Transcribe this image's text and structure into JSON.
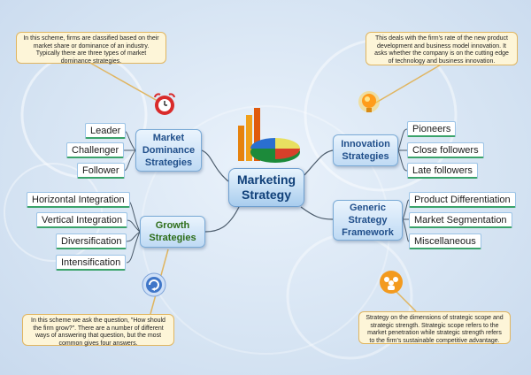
{
  "center": {
    "label_line1": "Marketing",
    "label_line2": "Strategy"
  },
  "branches": {
    "market_dominance": {
      "line1": "Market",
      "line2": "Dominance",
      "line3": "Strategies",
      "items": [
        "Leader",
        "Challenger",
        "Follower"
      ]
    },
    "innovation": {
      "line1": "Innovation",
      "line2": "Strategies",
      "items": [
        "Pioneers",
        "Close followers",
        "Late followers"
      ]
    },
    "growth": {
      "line1": "Growth",
      "line2": "Strategies",
      "items": [
        "Horizontal Integration",
        "Vertical Integration",
        "Diversification",
        "Intensification"
      ]
    },
    "generic": {
      "line1": "Generic",
      "line2": "Strategy",
      "line3": "Framework",
      "items": [
        "Product Differentiation",
        "Market Segmentation",
        "Miscellaneous"
      ]
    }
  },
  "notes": {
    "market_dominance": "In this scheme, firms are classified based on their market share or dominance of an industry. Typically there are three types of market dominance strategies.",
    "innovation": "This deals with the firm's rate of the new product development and business model innovation. It asks whether the company is on the cutting edge of technology and business innovation.",
    "growth": "In this scheme we ask the question, \"How should the firm grow?\". There are a number of different ways of answering that question, but the most common gives four answers.",
    "generic": "Strategy on the dimensions of strategic scope and strategic strength. Strategic scope refers to the market penetration while strategic strength refers to the firm's sustainable competitive advantage."
  },
  "icons": [
    "alarm-clock-icon",
    "bulb-icon",
    "refresh-icon",
    "people-icon",
    "bar-pie-chart-icon"
  ],
  "colors": {
    "node_text": "#1f4e8a",
    "growth_text": "#2e6e1a",
    "leaf_underline": "#3aa36a",
    "note_border": "#e0b560"
  }
}
